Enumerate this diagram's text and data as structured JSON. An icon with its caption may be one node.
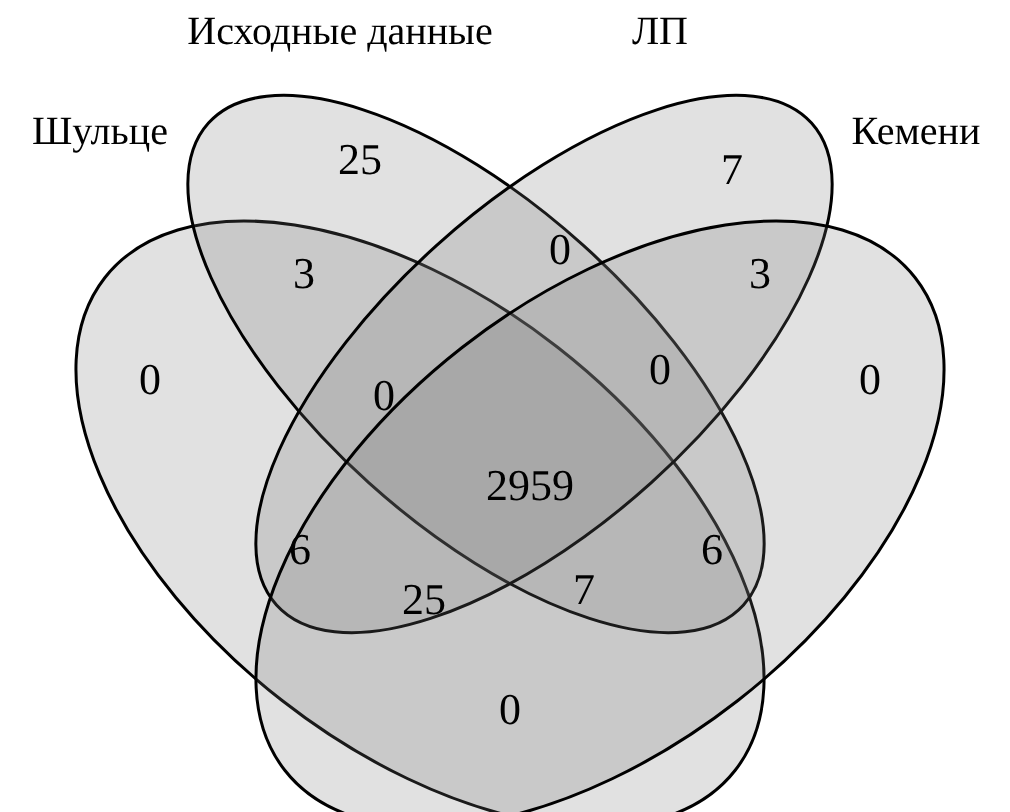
{
  "diagram": {
    "nodes": [
      {
        "text": [
          "Шульце"
        ]
      },
      {
        "text": [
          "Исходные данные"
        ]
      },
      {
        "text": [
          "ЛП"
        ]
      },
      {
        "text": [
          "Кемени"
        ]
      }
    ],
    "labels": [
      "25",
      "7",
      "0",
      "3",
      "3",
      "0",
      "0",
      "0",
      "0",
      "2959",
      "6",
      "6",
      "25",
      "7",
      "0"
    ]
  }
}
